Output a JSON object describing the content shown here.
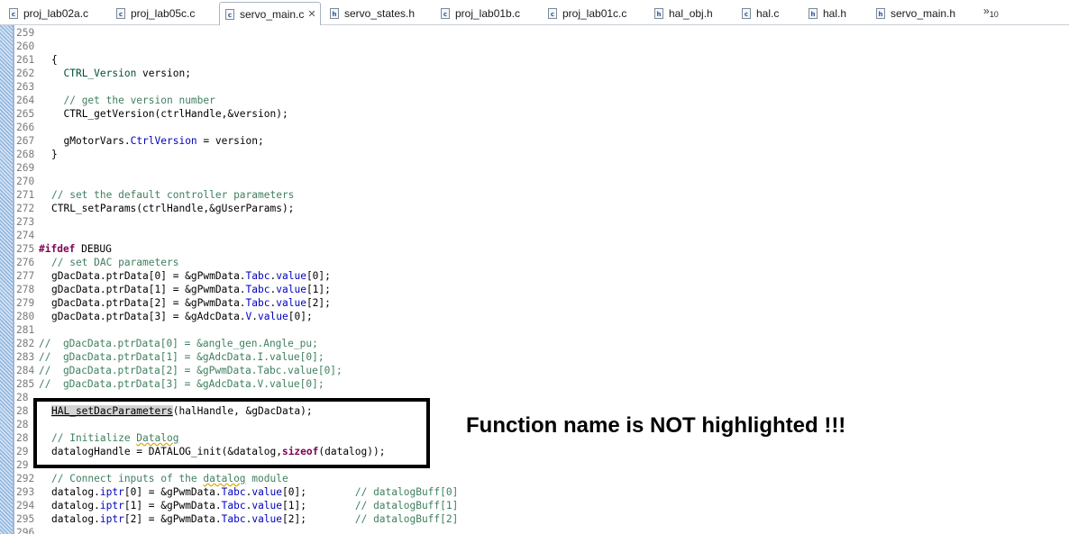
{
  "tabs": [
    {
      "label": "proj_lab02a.c",
      "icon": "c-file-icon",
      "badge": "c",
      "active": false
    },
    {
      "label": "proj_lab05c.c",
      "icon": "c-file-icon",
      "badge": "c",
      "active": false
    },
    {
      "label": "servo_main.c",
      "icon": "c-file-icon",
      "badge": "c",
      "active": true,
      "close": "✕"
    },
    {
      "label": "servo_states.h",
      "icon": "h-file-icon",
      "badge": "h",
      "active": false
    },
    {
      "label": "proj_lab01b.c",
      "icon": "c-file-icon",
      "badge": "c",
      "active": false
    },
    {
      "label": "proj_lab01c.c",
      "icon": "c-file-icon",
      "badge": "c",
      "active": false
    },
    {
      "label": "hal_obj.h",
      "icon": "h-file-icon",
      "badge": "h",
      "active": false
    },
    {
      "label": "hal.c",
      "icon": "c-file-icon",
      "badge": "c",
      "active": false
    },
    {
      "label": "hal.h",
      "icon": "h-file-icon",
      "badge": "h",
      "active": false
    },
    {
      "label": "servo_main.h",
      "icon": "h-file-icon",
      "badge": "h",
      "active": false
    }
  ],
  "overflow": {
    "symbol": "»",
    "count": "10"
  },
  "code": {
    "l259": "259",
    "l260": "260",
    "l261": "261",
    "l261_text": "{",
    "l262": "262",
    "l262_type": "CTRL_Version",
    "l262_rest": " version;",
    "l263": "263",
    "l264": "264",
    "l264_text": "// get the version number",
    "l265": "265",
    "l265_text": "CTRL_getVersion(ctrlHandle,&version);",
    "l266": "266",
    "l267": "267",
    "l267_a": "gMotorVars.",
    "l267_b": "CtrlVersion",
    "l267_c": " = version;",
    "l268": "268",
    "l268_text": "}",
    "l269": "269",
    "l270": "270",
    "l271": "271",
    "l271_text": "// set the default controller parameters",
    "l272": "272",
    "l272_text": "CTRL_setParams(ctrlHandle,&gUserParams);",
    "l273": "273",
    "l274": "274",
    "l275": "275",
    "l275_kw": "#ifdef",
    "l275_rest": " DEBUG",
    "l276": "276",
    "l276_text": "// set DAC parameters",
    "l277": "277",
    "l277_a": "gDacData.ptrData[0] = &gPwmData.",
    "l277_b": "Tabc",
    "l277_c": ".",
    "l277_d": "value",
    "l277_e": "[0];",
    "l278": "278",
    "l278_a": "gDacData.ptrData[1] = &gPwmData.",
    "l278_b": "Tabc",
    "l278_c": ".",
    "l278_d": "value",
    "l278_e": "[1];",
    "l279": "279",
    "l279_a": "gDacData.ptrData[2] = &gPwmData.",
    "l279_b": "Tabc",
    "l279_c": ".",
    "l279_d": "value",
    "l279_e": "[2];",
    "l280": "280",
    "l280_a": "gDacData.ptrData[3] = &gAdcData.",
    "l280_b": "V",
    "l280_c": ".",
    "l280_d": "value",
    "l280_e": "[0];",
    "l281": "281",
    "l282": "282",
    "l282_text": "//  gDacData.ptrData[0] = &angle_gen.Angle_pu;",
    "l283": "283",
    "l283_text": "//  gDacData.ptrData[1] = &gAdcData.I.value[0];",
    "l284": "284",
    "l284_text": "//  gDacData.ptrData[2] = &gPwmData.Tabc.value[0];",
    "l285": "285",
    "l285_text": "//  gDacData.ptrData[3] = &gAdcData.V.value[0];",
    "l286": "28",
    "l287": "28",
    "l287_fn": "HAL_setDacParameters",
    "l287_rest": "(halHandle, &gDacData);",
    "l288": "28",
    "l289": "28",
    "l289_a": "// Initialize ",
    "l289_b": "Datalog",
    "l290": "29",
    "l290_a": "datalogHandle = DATALOG_init(&datalog,",
    "l290_kw": "sizeof",
    "l290_b": "(datalog));",
    "l291": "29",
    "l292": "292",
    "l292_a": "// Connect inputs of the ",
    "l292_b": "datalog",
    "l292_c": " module",
    "l293": "293",
    "l293_a": "datalog.",
    "l293_b": "iptr",
    "l293_c": "[0] = &gPwmData.",
    "l293_d": "Tabc",
    "l293_e": ".",
    "l293_f": "value",
    "l293_g": "[0];",
    "l293_cm": "// datalogBuff[0]",
    "l294": "294",
    "l294_a": "datalog.",
    "l294_b": "iptr",
    "l294_c": "[1] = &gPwmData.",
    "l294_d": "Tabc",
    "l294_e": ".",
    "l294_f": "value",
    "l294_g": "[1];",
    "l294_cm": "// datalogBuff[1]",
    "l295": "295",
    "l295_a": "datalog.",
    "l295_b": "iptr",
    "l295_c": "[2] = &gPwmData.",
    "l295_d": "Tabc",
    "l295_e": ".",
    "l295_f": "value",
    "l295_g": "[2];",
    "l295_cm": "// datalogBuff[2]",
    "l296": "296"
  },
  "annotation": {
    "text": "Function name is NOT highlighted !!!"
  },
  "colors": {
    "comment": "#3f7f5f",
    "field": "#0000c0",
    "keyword": "#7f0055",
    "type": "#005032"
  }
}
